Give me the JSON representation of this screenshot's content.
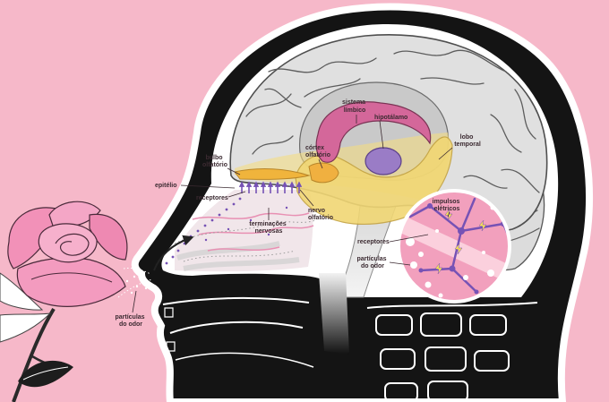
{
  "labels": {
    "limbic_system": [
      "sistema",
      "límbico"
    ],
    "hypothalamus": "hipotálamo",
    "temporal_lobe": [
      "lobo",
      "temporal"
    ],
    "olfactory_cortex": [
      "córtex",
      "olfatório"
    ],
    "olfactory_bulb": [
      "bulbo",
      "olfatório"
    ],
    "epithelium": "epitélio",
    "receptors_nose": "receptores",
    "nerve_endings": [
      "terminações",
      "nervosas"
    ],
    "olfactory_nerve": [
      "nervo",
      "olfatório"
    ],
    "electrical_impulses": [
      "impulsos",
      "elétricos"
    ],
    "receptors_zoom": "receptores",
    "odor_particles_zoom": [
      "partículas",
      "do odor"
    ],
    "odor_particles_rose": [
      "partículas",
      "do odor"
    ]
  },
  "colors": {
    "background": "#f6b8c9",
    "head": "#141414",
    "brain": "#e0e0e0",
    "limbic": "#d4679a",
    "hypothalamus": "#9a7cc6",
    "pathway_yellow": "#f3dc82",
    "bulb": "#f0b43c",
    "zoom": "#f2a0bd",
    "neuron": "#7652b5",
    "rose": "#f291b8",
    "leaf": "#1d1d1d"
  }
}
